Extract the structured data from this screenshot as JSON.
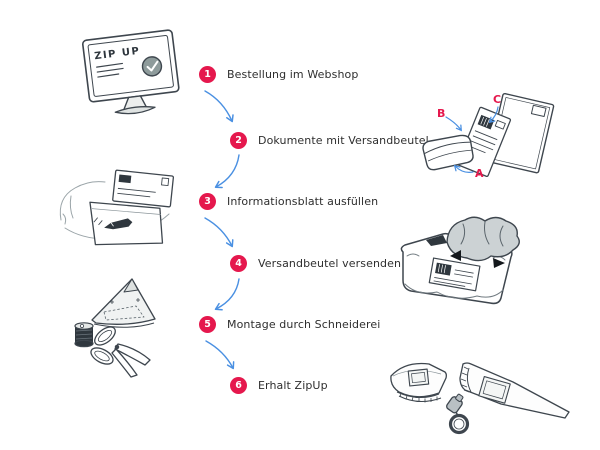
{
  "diagram": {
    "background": "#ffffff",
    "steps": [
      {
        "number": "1",
        "label": "Bestellung im Webshop"
      },
      {
        "number": "2",
        "label": "Dokumente mit Versandbeutel"
      },
      {
        "number": "3",
        "label": "Informationsblatt ausfüllen"
      },
      {
        "number": "4",
        "label": "Versandbeutel versenden"
      },
      {
        "number": "5",
        "label": "Montage durch Schneiderei"
      },
      {
        "number": "6",
        "label": "Erhalt ZipUp"
      }
    ],
    "annotations": {
      "a": "A",
      "b": "B",
      "c": "C"
    },
    "monitor_screen_text": "ZIP UP",
    "colors": {
      "step_badge": "#e5184d",
      "step_number": "#ffffff",
      "step_text": "#2e2e2e",
      "flow_arrow": "#4a90e2",
      "annotation": "#e5184d",
      "sketch_stroke": "#3e464e"
    }
  }
}
